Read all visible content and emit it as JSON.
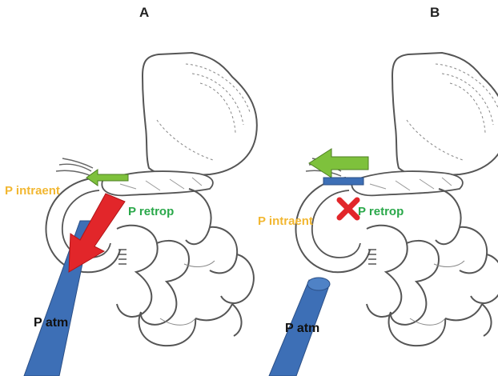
{
  "panels": [
    {
      "letter": "A",
      "labels": {
        "intraent": "P intraent",
        "retrop": "P retrop",
        "atm": "P atm"
      }
    },
    {
      "letter": "B",
      "labels": {
        "intraent": "P intraent",
        "retrop": "P retrop",
        "atm": "P atm"
      }
    }
  ],
  "colors": {
    "pressure_intraent": "#f2b731",
    "pressure_retrop": "#2aa84a",
    "tube": "#3d6fb6",
    "arrow_red": "#e2262a",
    "arrow_green": "#7ec13c",
    "block_x": "#e2262a",
    "sketch": "#555555"
  }
}
